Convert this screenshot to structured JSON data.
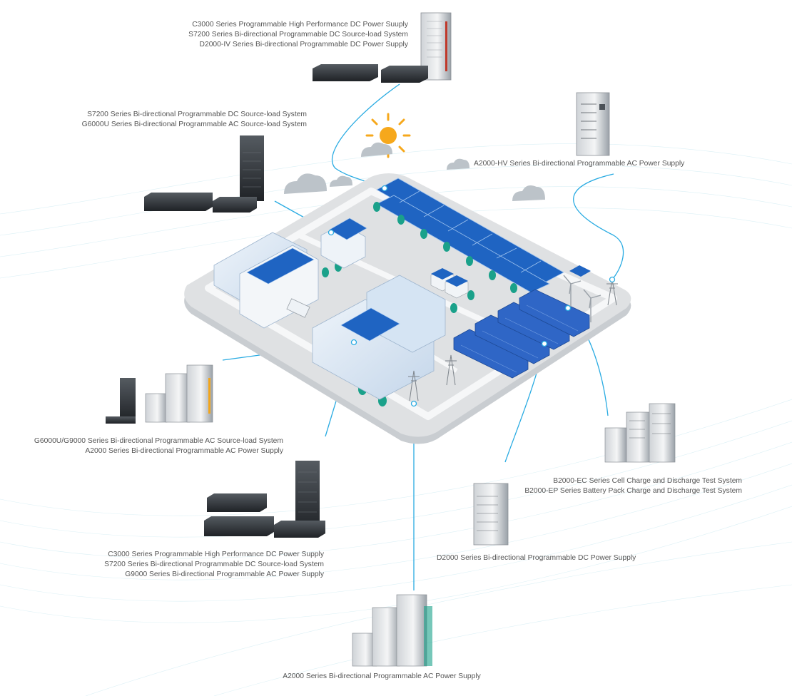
{
  "labels": {
    "top": [
      "C3000 Series Programmable High Performance DC Power Suuply",
      "S7200 Series Bi-directional Programmable DC Source-load System",
      "D2000-IV Series Bi-directional Programmable DC Power Supply"
    ],
    "upper_left": [
      "S7200 Series Bi-directional Programmable DC Source-load System",
      "G6000U Series Bi-directional Programmable AC Source-load System"
    ],
    "upper_right": [
      "A2000-HV Series Bi-directional Programmable AC Power Supply"
    ],
    "mid_left": [
      "G6000U/G9000 Series Bi-directional Programmable AC Source-load System",
      "A2000 Series Bi-directional Programmable AC Power Supply"
    ],
    "mid_right": [
      "B2000-EC Series Cell Charge and Discharge Test System",
      "B2000-EP Series Battery Pack Charge and Discharge Test System"
    ],
    "lower_left": [
      "C3000 Series Programmable High Performance DC Power Supply",
      "S7200 Series Bi-directional Programmable DC Source-load System",
      "G9000 Series Bi-directional Programmable AC Power Supply"
    ],
    "lower_right": [
      "D2000 Series Bi-directional Programmable DC Power Supply"
    ],
    "bottom": [
      "A2000 Series Bi-directional Programmable AC Power Supply"
    ]
  },
  "colors": {
    "connector": "#29abe2",
    "platform": "#dfe1e3",
    "road": "#f4f5f6",
    "solar": "#1f64c2",
    "container": "#2f66c6",
    "tree": "#1aa18a",
    "sun": "#f6a81c",
    "cloud": "#bcc3c9"
  }
}
